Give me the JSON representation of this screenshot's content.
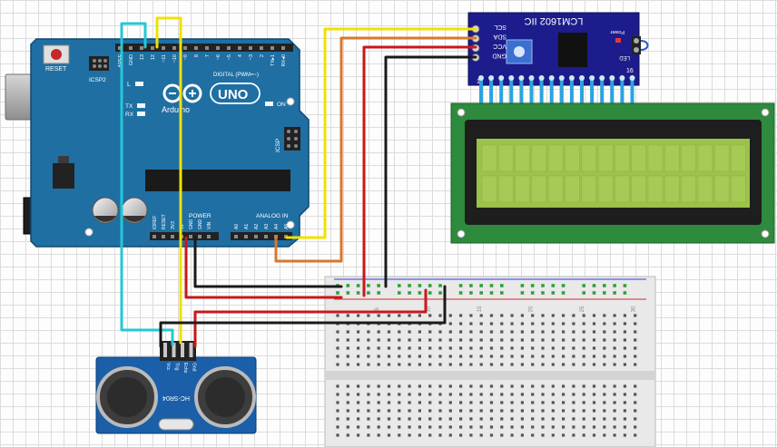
{
  "arduino": {
    "reset_label": "RESET",
    "icsp2_label": "ICSP2",
    "led_l_label": "L",
    "tx_label": "TX",
    "rx_label": "RX",
    "brand_label": "Arduino",
    "model_label": "UNO",
    "on_label": "ON",
    "icsp_label": "ICSP",
    "digital_label": "DIGITAL (PWM=~)",
    "power_label": "POWER",
    "analog_label": "ANALOG IN",
    "top_pins": [
      "AREF",
      "GND",
      "13",
      "12",
      "~11",
      "~10",
      "~9",
      "8",
      "7",
      "~6",
      "~5",
      "4",
      "~3",
      "2",
      "TX▸1",
      "RX◂0"
    ],
    "power_pins": [
      "IOREF",
      "RESET",
      "3V3",
      "5V",
      "GND",
      "GND",
      "VIN"
    ],
    "analog_pins": [
      "A0",
      "A1",
      "A2",
      "A3",
      "A4",
      "A5"
    ]
  },
  "i2c_module": {
    "title": "LCM1602 IIC",
    "power_label": "Power",
    "led_label": "LED",
    "pins": [
      "SCL",
      "SDA",
      "VCC",
      "GND"
    ],
    "pin_first": "1",
    "pin_last": "16"
  },
  "breadboard": {
    "col_labels": [
      "5",
      "10",
      "15",
      "20",
      "25",
      "30"
    ]
  },
  "sensor": {
    "model": "HC-SR04",
    "pins": [
      "Vcc",
      "Trig",
      "Echo",
      "Gnd"
    ]
  },
  "colors": {
    "arduino_board": "#1f6fa3",
    "i2c_board": "#1c1c8c",
    "lcd_pcb": "#2e8a3c",
    "lcd_screen": "#9bc24a",
    "wire_yellow": "#f2e100",
    "wire_orange": "#d9772b",
    "wire_red": "#c8181a",
    "wire_black": "#1a1a1a",
    "wire_cyan": "#25c7d6",
    "sensor_board": "#1a5fa8"
  }
}
